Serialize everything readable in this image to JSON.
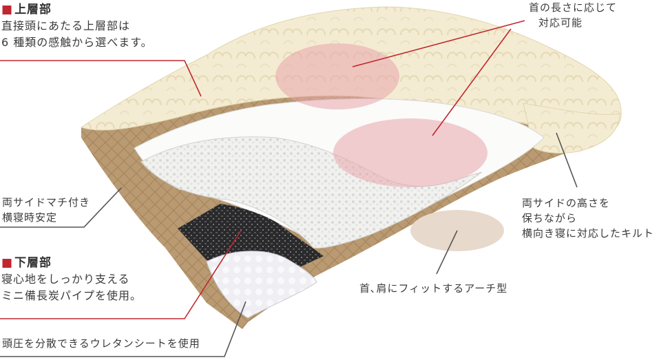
{
  "upper": {
    "marker": "■",
    "heading": "上層部",
    "lines": [
      "直接頭にあたる上層部は",
      "6 種類の感触から選べます。"
    ]
  },
  "neck_length": {
    "lines": [
      "首の長さに応じて",
      "対応可能"
    ]
  },
  "side_gusset": {
    "lines": [
      "両サイドマチ付き",
      "横寝時安定"
    ]
  },
  "side_height": {
    "lines": [
      "両サイドの高さを",
      "保ちながら",
      "横向き寝に対応したキルト"
    ]
  },
  "lower": {
    "marker": "■",
    "heading": "下層部",
    "lines": [
      "寝心地をしっかり支える",
      "ミニ備長炭パイプを使用。"
    ]
  },
  "arch": {
    "text": "首､肩にフィットするアーチ型"
  },
  "urethane": {
    "text": "頭圧を分散できるウレタンシートを使用"
  },
  "colors": {
    "accent_red": "#c0262e",
    "pink_zone": "#e8a6ac",
    "beige_zone": "#e7d9cb",
    "quilt": "#f4ecd3",
    "side_fabric": "#b8976c"
  }
}
